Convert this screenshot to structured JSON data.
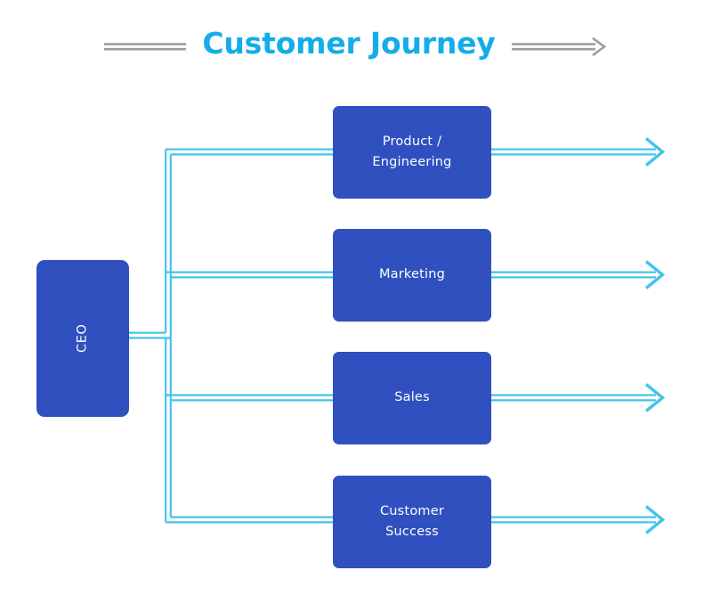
{
  "header": {
    "title": "Customer Journey",
    "title_color": "#13ADE8",
    "left_decoration": "double-line-rule",
    "right_decoration": "double-line-arrow-right"
  },
  "colors": {
    "node_fill": "#3050BF",
    "node_text": "#FFFFFF",
    "connector": "#45C3EC",
    "decoration": "#9A9DA6",
    "background": "#FFFFFF"
  },
  "diagram": {
    "type": "org-flow",
    "root": {
      "id": "ceo",
      "label": "CEO",
      "orientation": "vertical-text"
    },
    "departments": [
      {
        "id": "product-engineering",
        "label": "Product /\nEngineering",
        "outflow": "arrow-right"
      },
      {
        "id": "marketing",
        "label": "Marketing",
        "outflow": "arrow-right"
      },
      {
        "id": "sales",
        "label": "Sales",
        "outflow": "arrow-right"
      },
      {
        "id": "customer-success",
        "label": "Customer\nSuccess",
        "outflow": "arrow-right"
      }
    ],
    "connector_style": "double-stroke-elbow"
  }
}
